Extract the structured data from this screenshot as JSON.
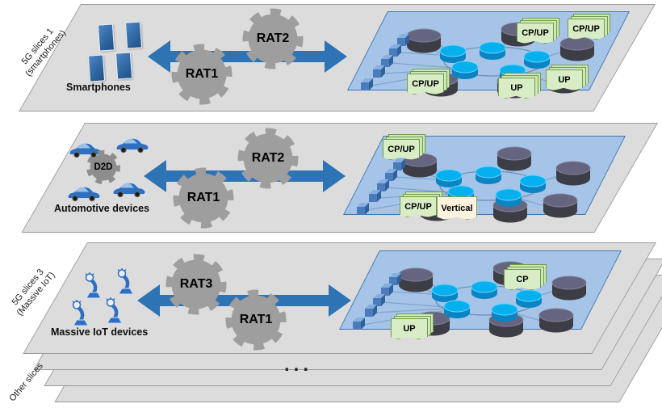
{
  "colors": {
    "sheet_fill": "#dcdcdc",
    "sheet_border": "#9a9a9a",
    "plane_fill": "#a6c4e7",
    "plane_border": "#3f76ae",
    "arrow_blue": "#2e74b5",
    "gear_gray": "#9e9e9e",
    "doc_green_fill": "#cde7b8",
    "doc_green_border": "#6f9c49",
    "doc_cream_fill": "#fbf3de",
    "node_cyan": "#06b0ef",
    "cylinder_purple": "#65657f",
    "cube_blue": "#4a7cbc"
  },
  "slices": [
    {
      "side_label_1": "5G slices 1",
      "side_label_2": "(smartphones)",
      "devices_label": "Smartphones",
      "device_icon": "smartphone-icon",
      "gear_top": "RAT2",
      "gear_bottom": "RAT1",
      "docs": [
        "CP/UP",
        "CP/UP",
        "CP/UP",
        "UP",
        "UP"
      ]
    },
    {
      "side_label_1": "",
      "side_label_2": "",
      "devices_label": "Automotive devices",
      "device_icon": "car-icon",
      "d2d_label": "D2D",
      "gear_top": "RAT2",
      "gear_bottom": "RAT1",
      "docs": [
        "CP/UP",
        "CP/UP",
        "Vertical"
      ]
    },
    {
      "side_label_1": "5G slices 3",
      "side_label_2": "(Massive IoT)",
      "devices_label": "Massive IoT devices",
      "device_icon": "robot-arm-icon",
      "gear_top": "RAT3",
      "gear_bottom": "RAT1",
      "docs": [
        "CP",
        "UP"
      ]
    }
  ],
  "other_slices": {
    "label": "Other slices",
    "ellipsis": "..."
  }
}
